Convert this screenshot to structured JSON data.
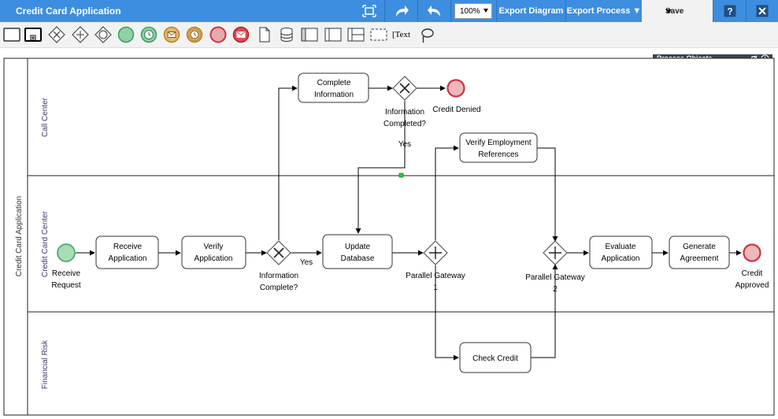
{
  "app": {
    "title": "Credit Card Application"
  },
  "toolbar": {
    "zoom": "100%",
    "export_diagram": "Export Diagram",
    "export_process": "Export Process ▼",
    "save": "Save",
    "icons": [
      "fit-screen-icon",
      "redo-icon",
      "undo-icon",
      "help-icon",
      "close-icon"
    ]
  },
  "palette": {
    "tools": [
      "task",
      "subprocess",
      "exclusive-gateway",
      "parallel-gateway",
      "event-gateway",
      "start-event",
      "timer-start-event",
      "message-start-event",
      "timer-intermediate-event",
      "end-event",
      "message-end-event",
      "data-object",
      "data-store",
      "pool",
      "lane-vertical",
      "lane-split",
      "group",
      "text-annotation",
      "lasso"
    ],
    "text_tool": "Text"
  },
  "panel": {
    "title": "Process Objects"
  },
  "diagram": {
    "pool": "Credit Card Application",
    "lanes": [
      "Call Center",
      "Credit Card Center",
      "Financial Risk"
    ],
    "tasks": {
      "complete_info": [
        "Complete",
        "Information"
      ],
      "verify_employment": [
        "Verify Employment",
        "References"
      ],
      "receive_app": [
        "Receive",
        "Application"
      ],
      "verify_app": [
        "Verify",
        "Application"
      ],
      "update_db": [
        "Update",
        "Database"
      ],
      "evaluate_app": [
        "Evaluate",
        "Application"
      ],
      "generate_agreement": [
        "Generate",
        "Agreement"
      ],
      "check_credit": [
        "Check Credit"
      ]
    },
    "events": {
      "receive_request": [
        "Receive",
        "Request"
      ],
      "credit_denied": [
        "Credit Denied"
      ],
      "credit_approved": [
        "Credit",
        "Approved"
      ]
    },
    "gateways": {
      "info_complete": [
        "Information",
        "Complete?"
      ],
      "info_completed": [
        "Information",
        "Completed?"
      ],
      "parallel_1": [
        "Parallel Gateway",
        "1"
      ],
      "parallel_2": [
        "Parallel Gateway",
        "2"
      ]
    },
    "flow_labels": {
      "yes_1": "Yes",
      "yes_2": "Yes"
    }
  }
}
